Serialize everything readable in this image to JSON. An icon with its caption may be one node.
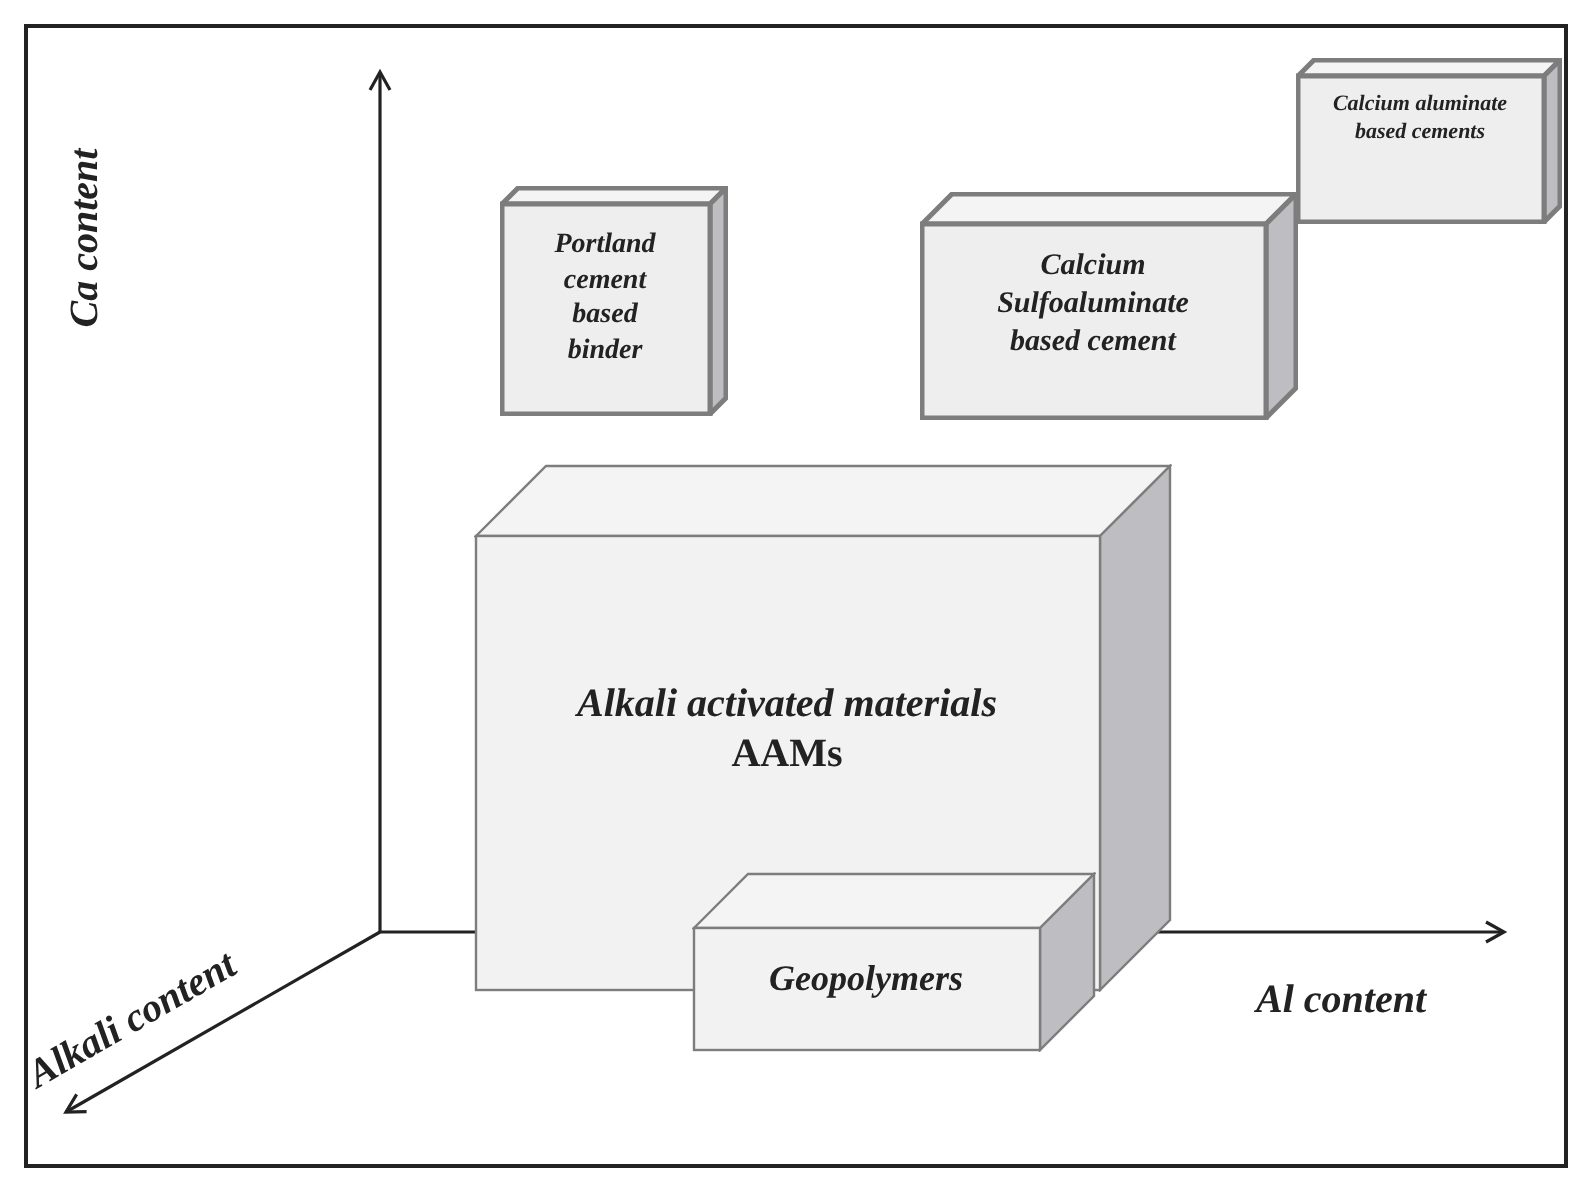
{
  "diagram": {
    "nodes": [
      {
        "text": [
          "Portland cement based binder"
        ]
      },
      {
        "text": [
          "Calcium Sulfoaluminate based cement"
        ]
      },
      {
        "text": [
          "Calcium aluminate based cements"
        ]
      },
      {
        "text": [
          "Alkali activated materials",
          "AAMs"
        ]
      },
      {
        "text": [
          "Geopolymers"
        ]
      }
    ],
    "labels": [
      "Ca content",
      "Alkali content",
      "Al content"
    ]
  }
}
